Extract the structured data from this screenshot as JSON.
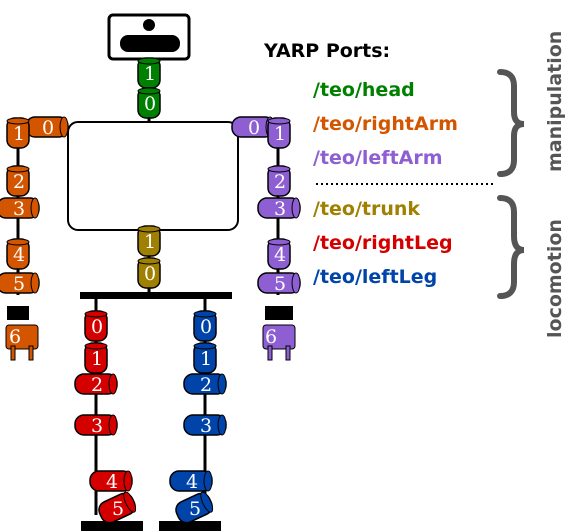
{
  "legend": {
    "title": "YARP Ports:",
    "ports": [
      {
        "label": "/teo/head",
        "color": "#008000"
      },
      {
        "label": "/teo/rightArm",
        "color": "#d45500"
      },
      {
        "label": "/teo/leftArm",
        "color": "#8d5fd3"
      },
      {
        "label": "/teo/trunk",
        "color": "#a08000"
      },
      {
        "label": "/teo/rightLeg",
        "color": "#d40000"
      },
      {
        "label": "/teo/leftLeg",
        "color": "#0044aa"
      }
    ],
    "groups": {
      "upper": "manipulation",
      "lower": "locomotion"
    }
  },
  "joints": {
    "head": [
      "1",
      "0"
    ],
    "trunk": [
      "1",
      "0"
    ],
    "right_arm": [
      "0",
      "1",
      "2",
      "3",
      "4",
      "5",
      "6"
    ],
    "left_arm": [
      "0",
      "1",
      "2",
      "3",
      "4",
      "5",
      "6"
    ],
    "right_leg": [
      "0",
      "1",
      "2",
      "3",
      "4",
      "5"
    ],
    "left_leg": [
      "0",
      "1",
      "2",
      "3",
      "4",
      "5"
    ]
  },
  "colors": {
    "head": "#008000",
    "right_arm": "#d45500",
    "left_arm": "#8d5fd3",
    "trunk": "#a08000",
    "right_leg": "#d40000",
    "left_leg": "#0044aa",
    "brace": "#555555"
  }
}
